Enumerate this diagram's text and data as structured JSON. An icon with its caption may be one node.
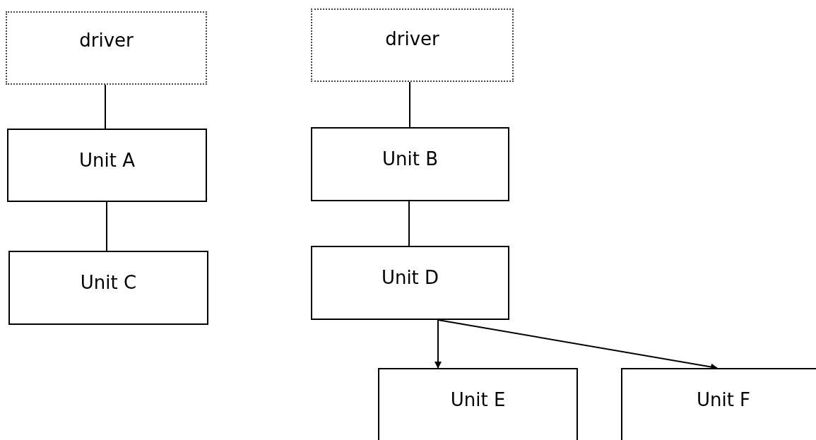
{
  "diagram": {
    "nodes": [
      {
        "text": [
          "driver"
        ]
      },
      {
        "text": [
          "Unit A"
        ]
      },
      {
        "text": [
          "Unit C"
        ]
      },
      {
        "text": [
          "driver"
        ]
      },
      {
        "text": [
          "Unit B"
        ]
      },
      {
        "text": [
          "Unit D"
        ]
      },
      {
        "text": [
          "Unit E"
        ]
      },
      {
        "text": [
          "Unit F"
        ]
      }
    ],
    "edges": [
      {
        "from": 0,
        "to": 1,
        "arrow": "none"
      },
      {
        "from": 1,
        "to": 2,
        "arrow": "none"
      },
      {
        "from": 3,
        "to": 4,
        "arrow": "none"
      },
      {
        "from": 4,
        "to": 5,
        "arrow": "none"
      },
      {
        "from": 5,
        "to": 6,
        "arrow": "to"
      },
      {
        "from": 5,
        "to": 7,
        "arrow": "to"
      }
    ]
  }
}
